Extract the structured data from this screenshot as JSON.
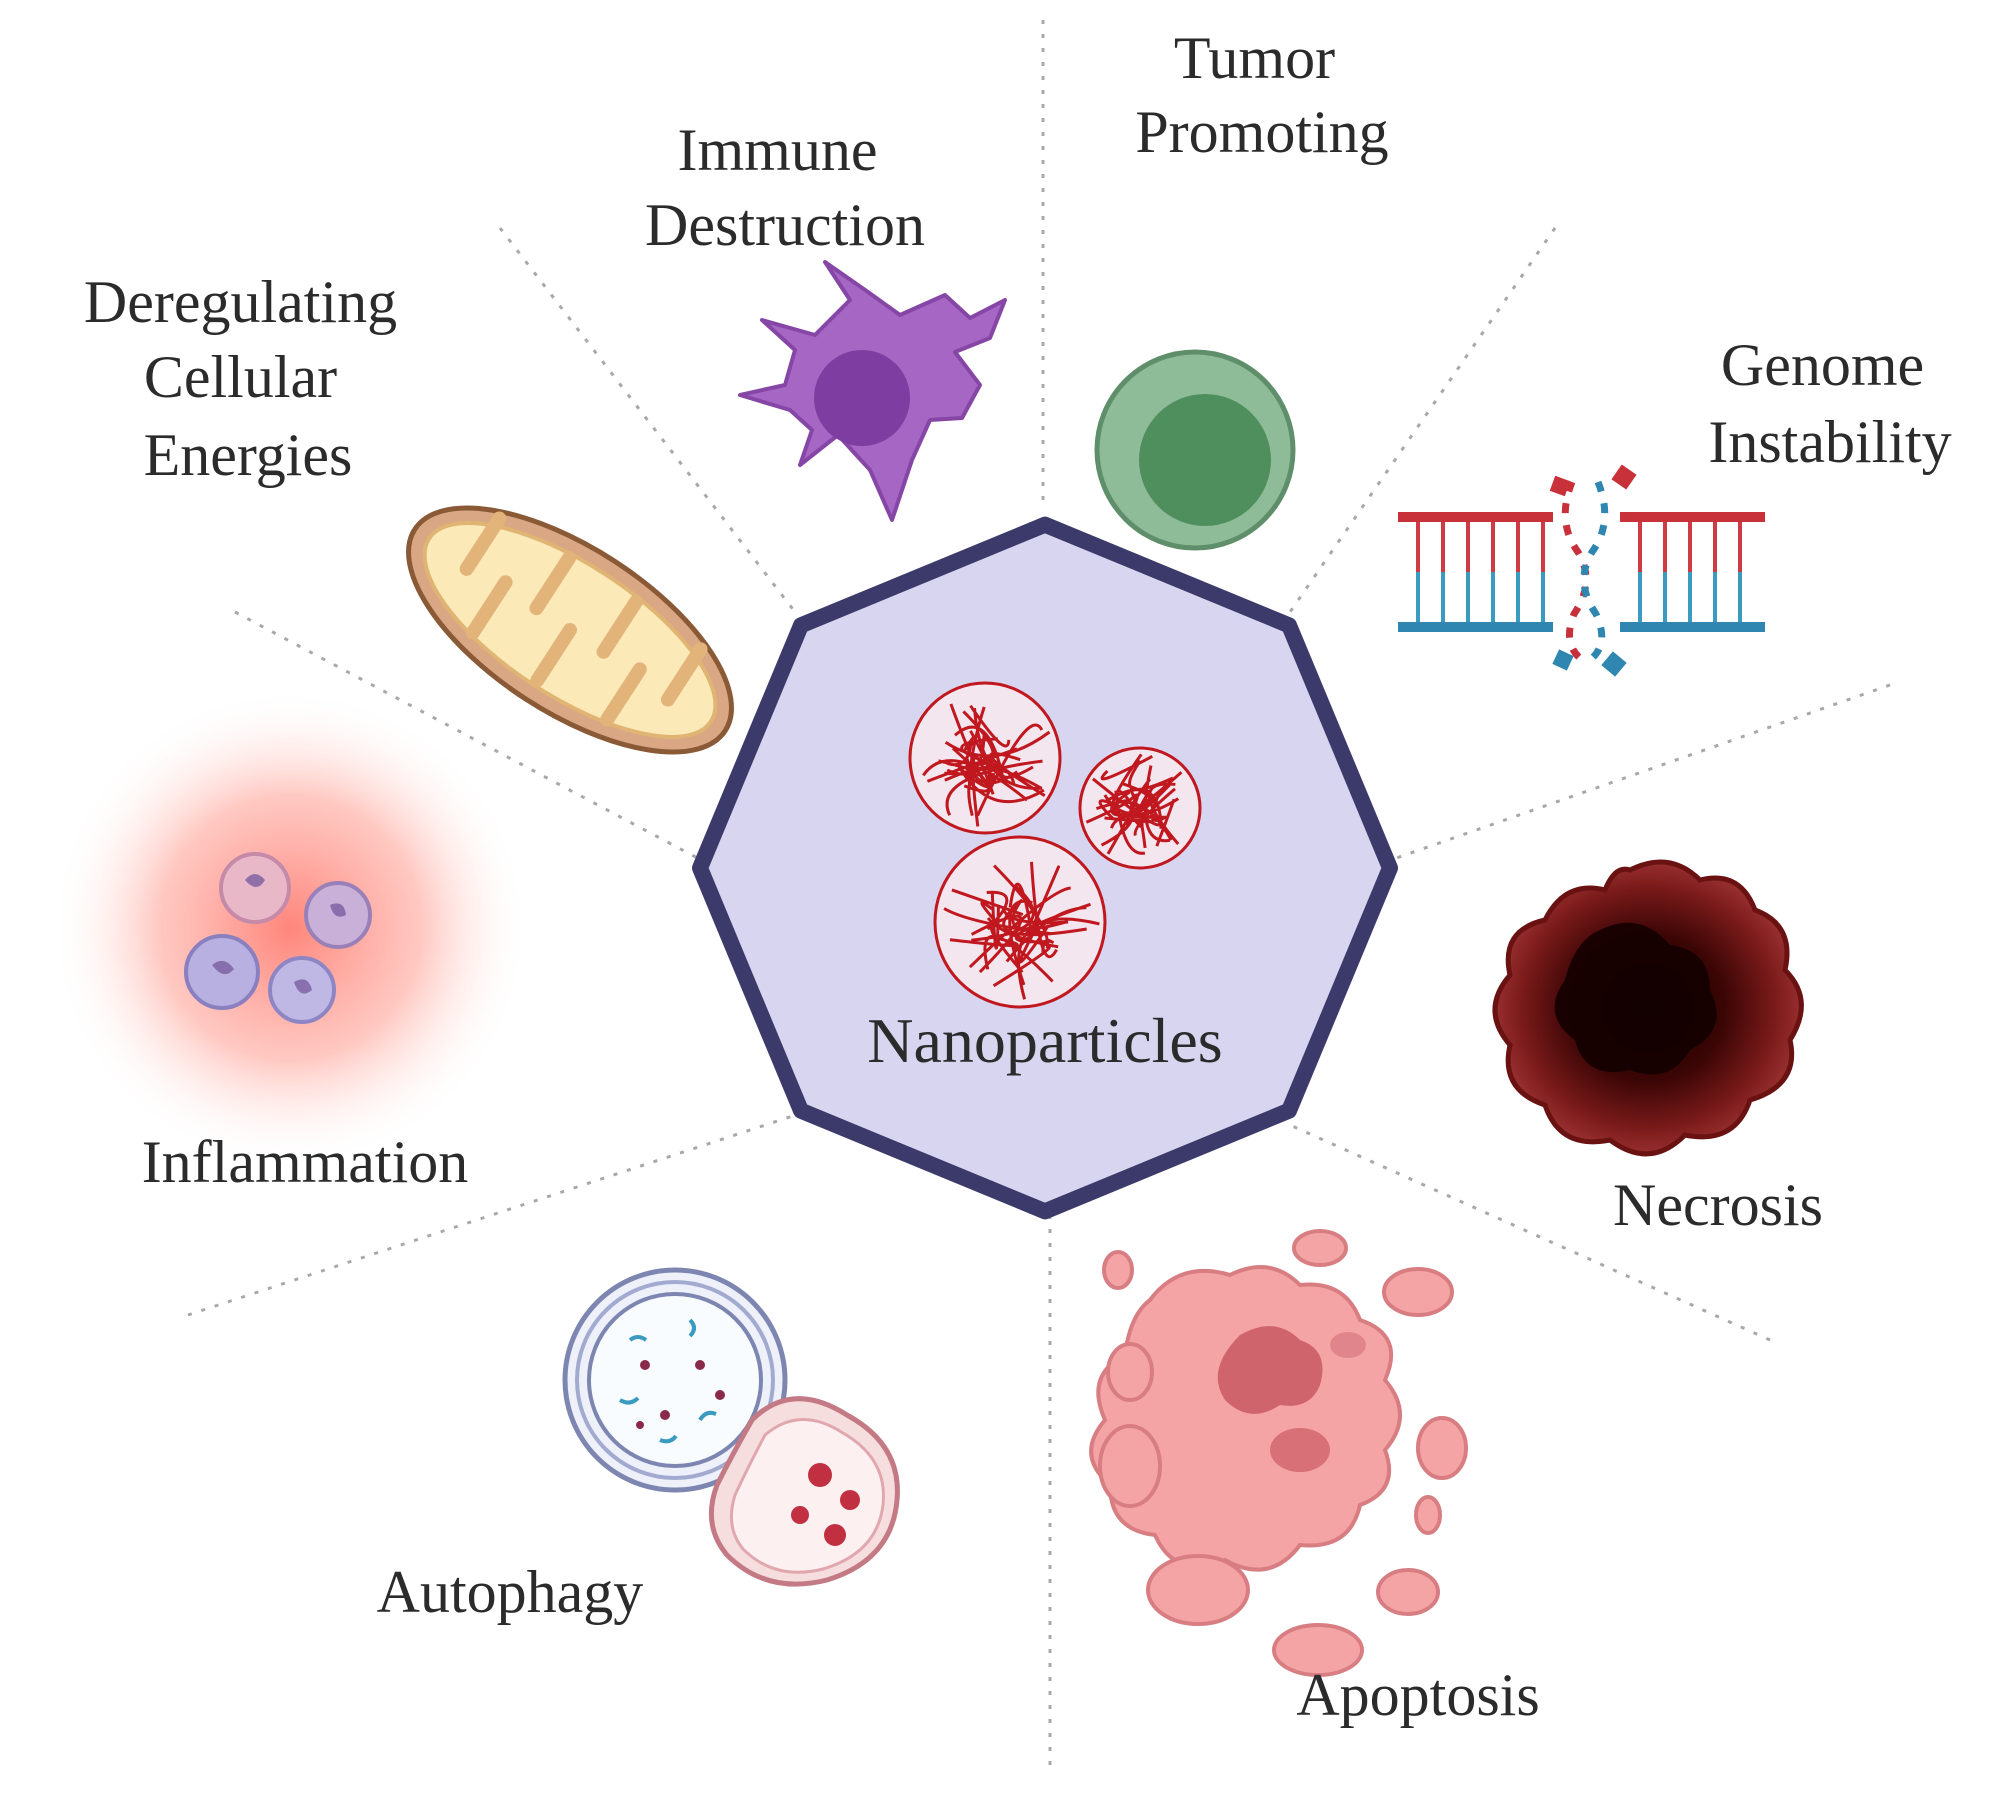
{
  "center": {
    "label": "Nanoparticles"
  },
  "hallmarks": [
    {
      "id": "immune-destruction",
      "lines": [
        "Immune",
        "Destruction"
      ]
    },
    {
      "id": "tumor-promoting",
      "lines": [
        "Tumor",
        "Promoting"
      ]
    },
    {
      "id": "genome-instability",
      "lines": [
        "Genome",
        "Instability"
      ]
    },
    {
      "id": "necrosis",
      "lines": [
        "Necrosis"
      ]
    },
    {
      "id": "apoptosis",
      "lines": [
        "Apoptosis"
      ]
    },
    {
      "id": "autophagy",
      "lines": [
        "Autophagy"
      ]
    },
    {
      "id": "inflammation",
      "lines": [
        "Inflammation"
      ]
    },
    {
      "id": "deregulating-cellular-energies",
      "lines": [
        "Deregulating",
        "Cellular",
        "Energies"
      ]
    }
  ],
  "colors": {
    "octagon_fill": "#d8d5f0",
    "octagon_stroke": "#3c3a6a",
    "nanoparticle": "#c0181e",
    "immune_cell": "#9a5cb8",
    "tumor_cell": "#6f9e7a",
    "dna_red": "#c8303a",
    "dna_blue": "#3a8fb0",
    "necrosis": "#7a1a1a",
    "apoptosis": "#f2a0a0",
    "mitochondria_outer": "#d9a784",
    "inflammation_glow": "#ff8c80"
  },
  "icons": [
    "immune-cell-icon",
    "tumor-cell-icon",
    "dna-break-icon",
    "necrotic-cell-icon",
    "apoptotic-cell-icon",
    "autophagosome-icon",
    "inflamed-cells-icon",
    "mitochondrion-icon",
    "nanoparticle-icon"
  ]
}
